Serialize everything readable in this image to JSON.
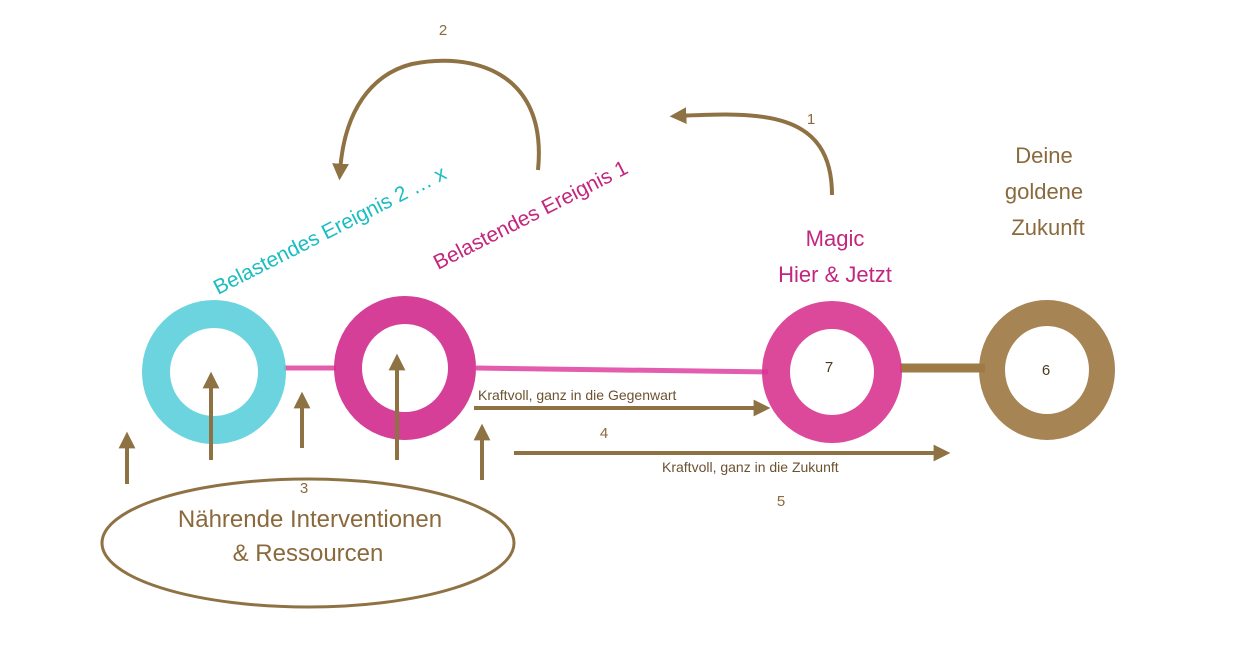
{
  "colors": {
    "cyan": "#5ccfdc",
    "magenta": "#d12f8e",
    "magenta_line": "#e35cae",
    "brown": "#9e7a45",
    "arrow": "#8f7244",
    "label_brown": "#8a6a3c",
    "cyan_text": "#1bbdc2",
    "magenta_text": "#c2267e"
  },
  "labels": {
    "event_2x": "Belastendes Ereignis 2 … x",
    "event_1": "Belastendes Ereignis 1",
    "magic_line1": "Magic",
    "magic_line2": "Hier & Jetzt",
    "future_line1": "Deine",
    "future_line2": "goldene",
    "future_line3": "Zukunft",
    "resources_line1": "Nährende Interventionen",
    "resources_line2": "& Ressourcen",
    "present_arrow": "Kraftvoll, ganz in die Gegenwart",
    "future_arrow": "Kraftvoll, ganz in die Zukunft"
  },
  "steps": {
    "s1": "1",
    "s2": "2",
    "s3": "3",
    "s4": "4",
    "s5": "5",
    "s6": "6",
    "s7": "7"
  }
}
